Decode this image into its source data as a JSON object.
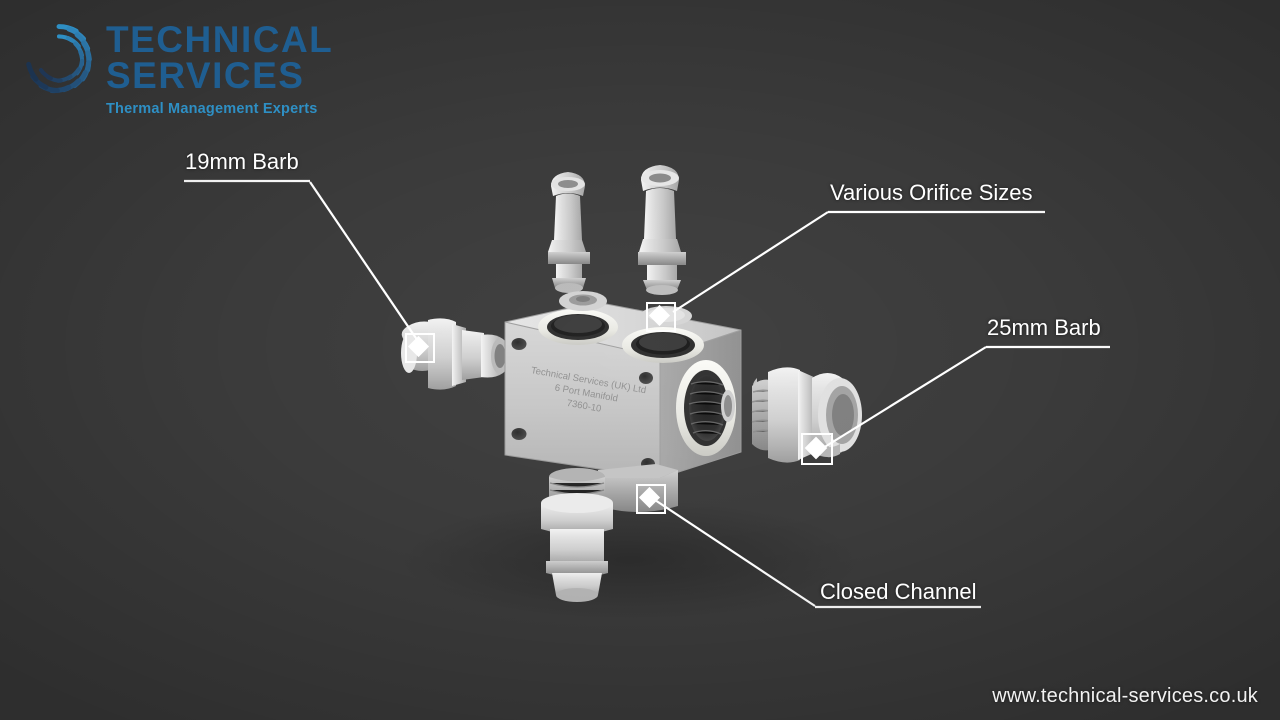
{
  "background_color": "#3b3b3b",
  "brand": {
    "logo_icon": "spiral-turbine-icon",
    "line1": "TECHNICAL",
    "line2": "SERVICES",
    "tagline": "Thermal Management Experts",
    "color_primary": "#1f5e91",
    "color_secondary": "#2e8fc4"
  },
  "callouts": [
    {
      "id": "barb19",
      "label": "19mm Barb",
      "marker": "pointer-marker"
    },
    {
      "id": "orifice",
      "label": "Various Orifice Sizes",
      "marker": "pointer-marker"
    },
    {
      "id": "barb25",
      "label": "25mm Barb",
      "marker": "pointer-marker"
    },
    {
      "id": "closed",
      "label": "Closed Channel",
      "marker": "pointer-marker"
    }
  ],
  "product": {
    "engraving_line1": "Technical Services (UK) Ltd",
    "engraving_line2": "6 Port Manifold",
    "engraving_line3": "7360-10",
    "body_color": "#c9c9c9",
    "fitting_color": "#d8d8d8"
  },
  "footer": {
    "url": "www.technical-services.co.uk"
  }
}
